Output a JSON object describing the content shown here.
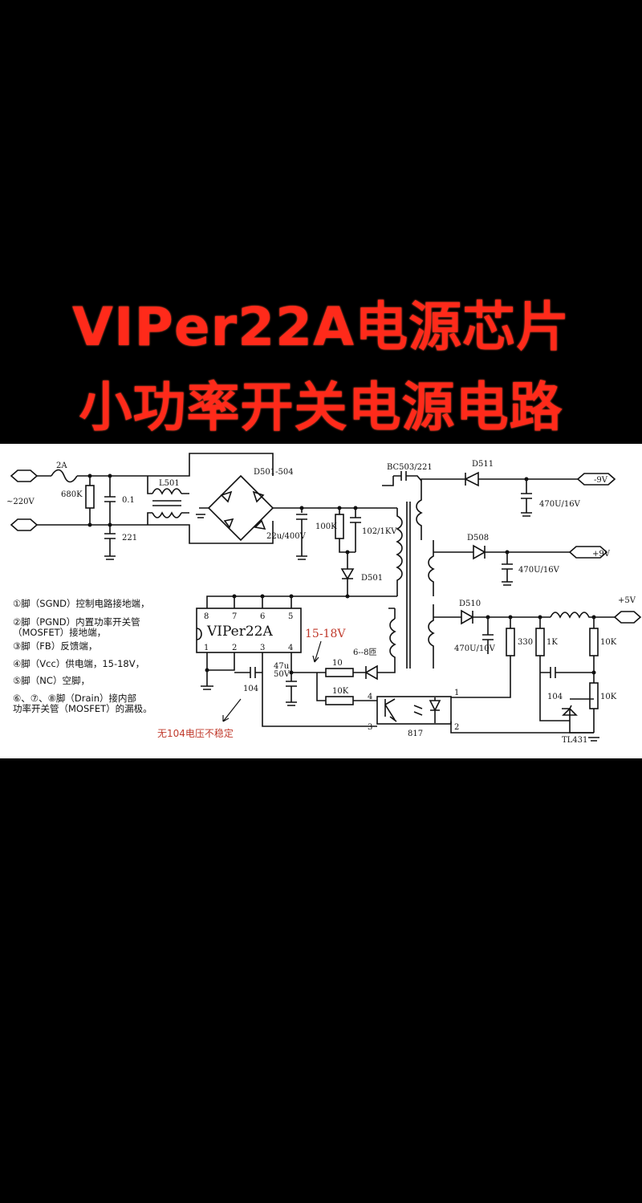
{
  "title": {
    "line1": "VIPer22A电源芯片",
    "line2": "小功率开关电源电路"
  },
  "colors": {
    "title": "#ff2a1a",
    "background": "#000000",
    "schematic_bg": "#ffffff",
    "annotation_red": "#c0392b"
  },
  "schematic": {
    "input_voltage": "~220V",
    "fuse": "2A",
    "r_680k": "680K",
    "cap_01": "0.1",
    "cap_221": "221",
    "inductor": "L501",
    "bridge": "D501-504",
    "cap_bulk": "22u/400V",
    "r_100k": "100K",
    "cap_102": "102/1KV",
    "diode_d501": "D501",
    "transformer_cap": "BC503/221",
    "d511": "D511",
    "out_neg9": "-9V",
    "cap_470_a": "470U/16V",
    "d508": "D508",
    "out_pos9": "+9V",
    "cap_470_b": "470U/16V",
    "d510": "D510",
    "out_pos5": "+5V",
    "cap_470_c": "470U/10V",
    "r_330": "330",
    "r_1k": "1K",
    "r_10k_a": "10K",
    "r_10k_b": "10K",
    "cap_104_b": "104",
    "tl431": "TL431",
    "opto": "817",
    "opto_pin1": "1",
    "opto_pin2": "2",
    "opto_pin3": "3",
    "opto_pin4": "4",
    "ic_name": "VIPer22A",
    "pin8": "8",
    "pin7": "7",
    "pin6": "6",
    "pin5": "5",
    "pin1": "1",
    "pin2": "2",
    "pin3": "3",
    "pin4": "4",
    "vcc_range": "15-18V",
    "turns": "6--8匝",
    "r_10": "10",
    "r_10k_c": "10K",
    "cap_47u": "47u",
    "cap_50v": "50V",
    "cap_104": "104",
    "note_104": "无104电压不稳定",
    "legend": [
      "①脚（SGND）控制电路接地端，",
      "②脚（PGND）内置功率开关管",
      "（MOSFET）接地端，",
      "③脚（FB）反馈端，",
      "④脚（Vcc）供电端，15-18V，",
      "⑤脚（NC）空脚，",
      "⑥、⑦、⑧脚（Drain）接内部",
      "功率开关管（MOSFET）的漏极。"
    ]
  }
}
